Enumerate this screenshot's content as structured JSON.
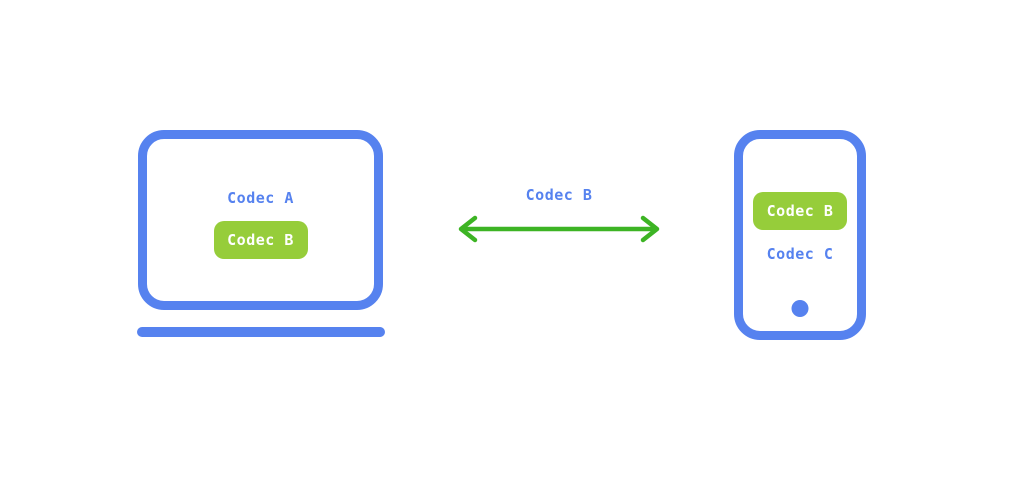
{
  "diagram": {
    "laptop": {
      "codec_label": "Codec A",
      "pill_label": "Codec B"
    },
    "connection": {
      "label": "Codec B"
    },
    "phone": {
      "pill_label": "Codec B",
      "codec_label": "Codec C"
    }
  },
  "colors": {
    "device_blue": "#5682EF",
    "codec_green": "#96CD3A",
    "arrow_green": "#3DB424",
    "pill_text": "#FFFFFF",
    "background": "#FFFFFF"
  }
}
